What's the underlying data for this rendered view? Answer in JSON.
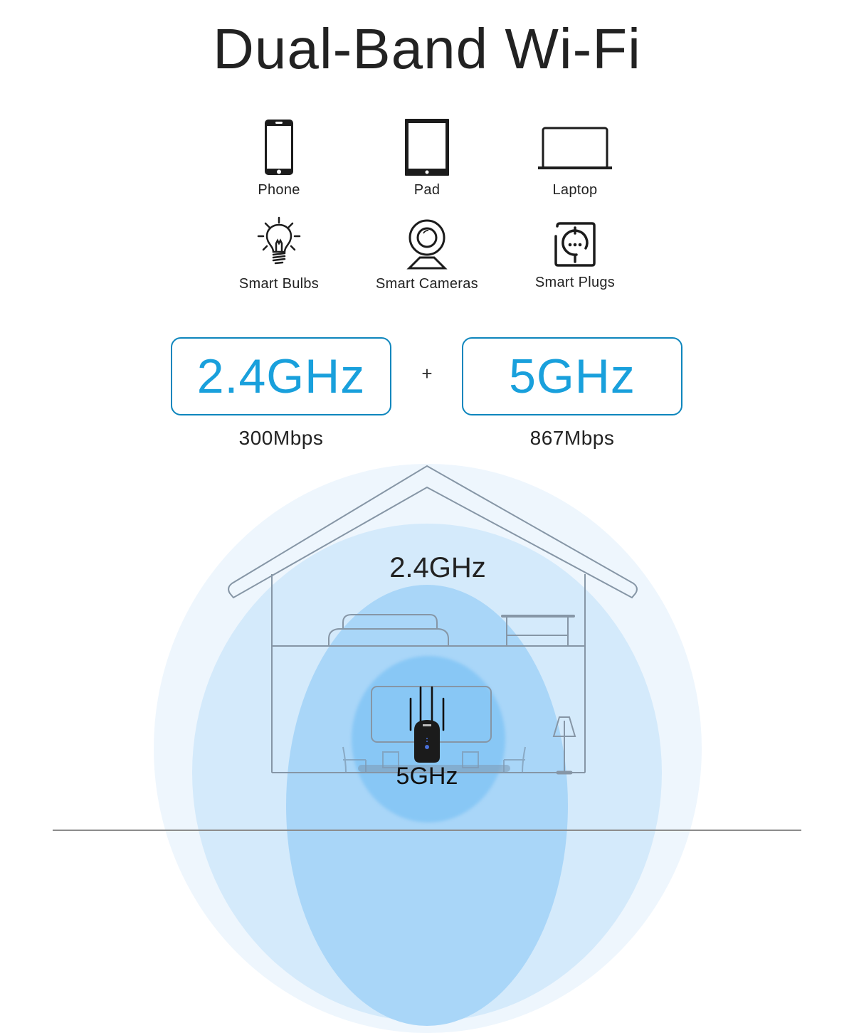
{
  "title": "Dual-Band Wi-Fi",
  "devices": [
    {
      "label": "Phone",
      "icon": "phone-icon"
    },
    {
      "label": "Pad",
      "icon": "tablet-icon"
    },
    {
      "label": "Laptop",
      "icon": "laptop-icon"
    },
    {
      "label": "Smart Bulbs",
      "icon": "lightbulb-icon"
    },
    {
      "label": "Smart Cameras",
      "icon": "webcam-icon"
    },
    {
      "label": "Smart Plugs",
      "icon": "smart-plug-icon"
    }
  ],
  "bands": [
    {
      "name": "2.4GHz",
      "speed": "300Mbps"
    },
    {
      "name": "5GHz",
      "speed": "867Mbps"
    }
  ],
  "plus_symbol": "+",
  "coverage": {
    "outer_label": "2.4GHz",
    "inner_label": "5GHz"
  },
  "colors": {
    "band_text": "#19a0dc",
    "band_border": "#0e86bd",
    "ring_outer": "#eef6fd",
    "ring_mid": "#d3e9fb",
    "ring_inner": "#a9d6f8",
    "ring_core": "#86c6f5",
    "house_line": "#8a9aaa"
  }
}
